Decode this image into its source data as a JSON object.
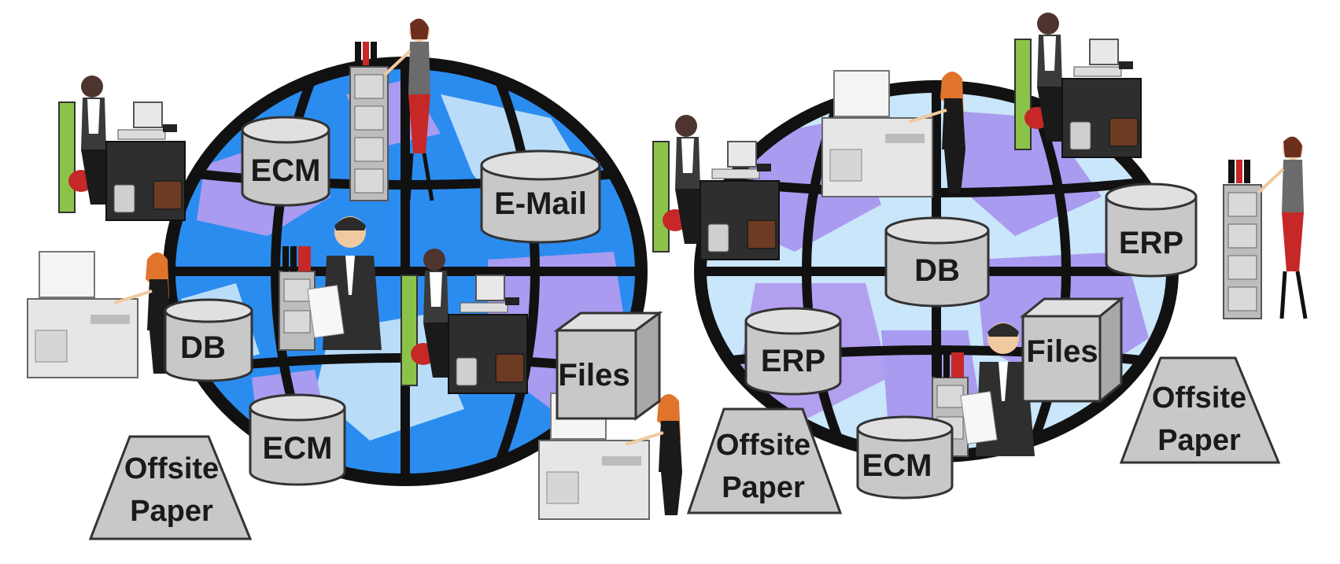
{
  "globe_left": {
    "ecm_top": "ECM",
    "email": "E-Mail",
    "db": "DB",
    "files": "Files",
    "ecm_bottom": "ECM",
    "offsite_line1": "Offsite",
    "offsite_line2": "Paper"
  },
  "globe_right": {
    "db": "DB",
    "erp_top": "ERP",
    "erp_left": "ERP",
    "files": "Files",
    "ecm": "ECM",
    "offsite_mid_line1": "Offsite",
    "offsite_mid_line2": "Paper",
    "offsite_right_line1": "Offsite",
    "offsite_right_line2": "Paper"
  },
  "colors": {
    "globe_left_base": "#2b8cf0",
    "globe_right_base": "#c9e6fa",
    "continent_purple": "#a99bef",
    "continent_light": "#b9dcf8",
    "grid_line": "#111111",
    "storage_gray": "#c8c8c8"
  }
}
